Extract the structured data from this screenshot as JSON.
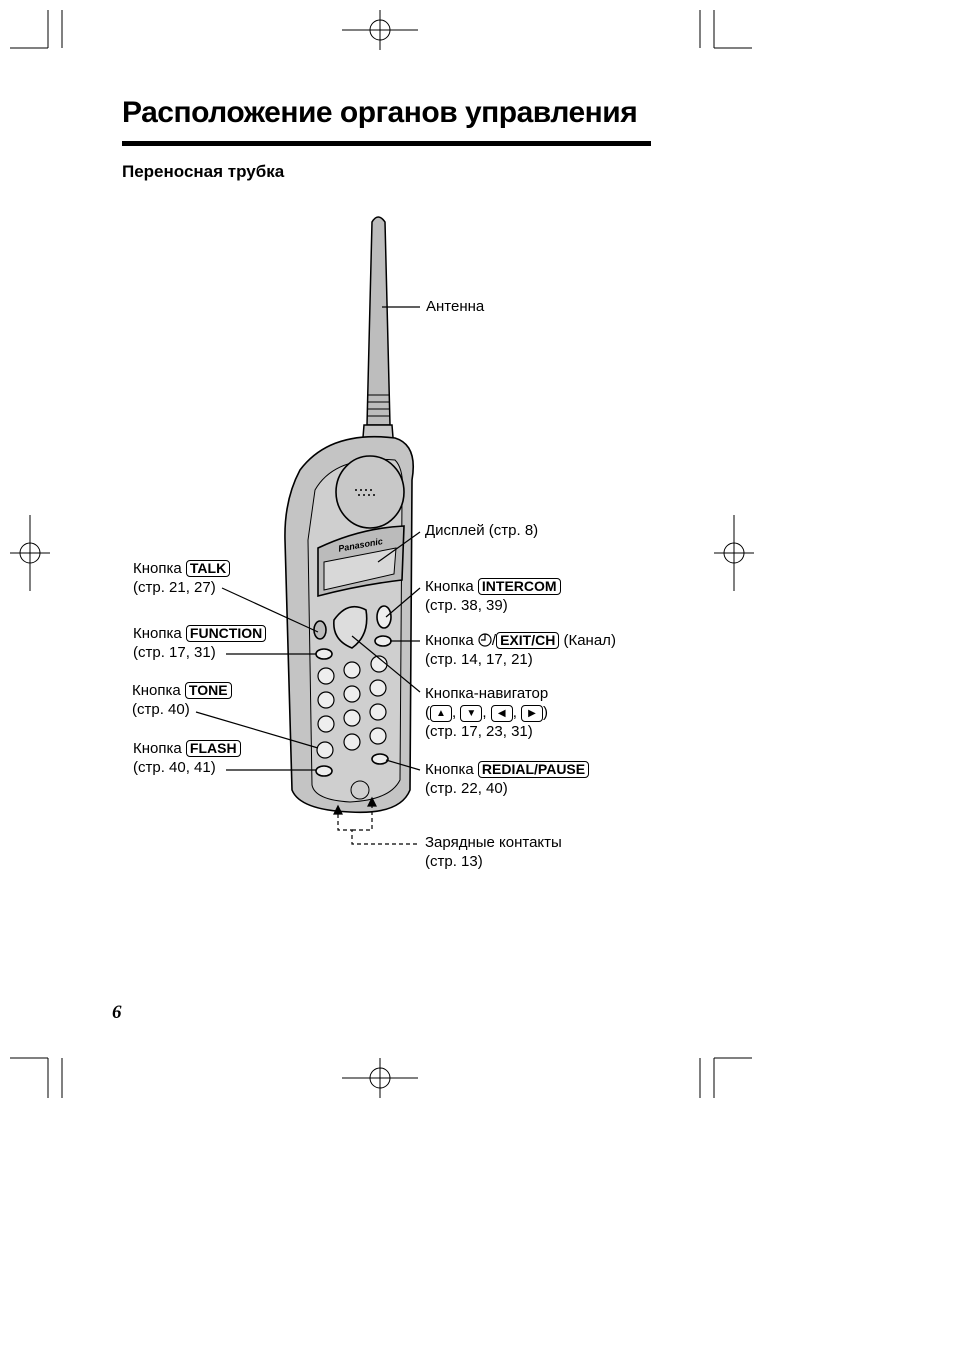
{
  "title": "Расположение органов управления",
  "subtitle": "Переносная трубка",
  "page_number": "6",
  "phone_brand": "Panasonic",
  "labels": {
    "antenna": "Антенна",
    "display": "Дисплей (стр. 8)",
    "talk": {
      "prefix": "Кнопка",
      "key": "TALK",
      "pages": "(стр. 21, 27)"
    },
    "function": {
      "prefix": "Кнопка",
      "key": "FUNCTION",
      "pages": "(стр. 17, 31)"
    },
    "tone": {
      "prefix": "Кнопка",
      "key": "TONE",
      "pages": "(стр. 40)"
    },
    "flash": {
      "prefix": "Кнопка",
      "key": "FLASH",
      "pages": "(стр. 40, 41)"
    },
    "intercom": {
      "prefix": "Кнопка",
      "key": "INTERCOM",
      "pages": "(стр. 38, 39)"
    },
    "exit": {
      "prefix": "Кнопка",
      "sep": "/",
      "key": "EXIT/CH",
      "suffix": "(Канал)",
      "pages": "(стр. 14, 17, 21)"
    },
    "navigator": {
      "title": "Кнопка-навигатор",
      "open": "(",
      "comma": ",",
      "close": ")",
      "pages": "(стр. 17, 23, 31)"
    },
    "redial": {
      "prefix": "Кнопка",
      "key": "REDIAL/PAUSE",
      "pages": "(стр. 22, 40)"
    },
    "charging": {
      "title": "Зарядные контакты",
      "pages": "(стр. 13)"
    }
  }
}
